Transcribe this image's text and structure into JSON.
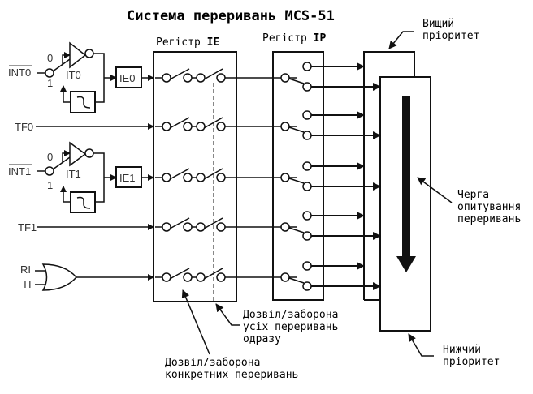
{
  "title": "Система переривань MCS-51",
  "registers": {
    "ie": {
      "prefix": "Регістр ",
      "name": "IE"
    },
    "ip": {
      "prefix": "Регістр ",
      "name": "IP"
    }
  },
  "sources": [
    {
      "id": "int0",
      "label": "INT0",
      "inverted": true,
      "mode_bit": "IT0",
      "enable_box": "IE0",
      "pos0": "0",
      "pos1": "1"
    },
    {
      "id": "tf0",
      "label": "TF0"
    },
    {
      "id": "int1",
      "label": "INT1",
      "inverted": true,
      "mode_bit": "IT1",
      "enable_box": "IE1",
      "pos0": "0",
      "pos1": "1"
    },
    {
      "id": "tf1",
      "label": "TF1"
    },
    {
      "id": "serial",
      "inputs": [
        "RI",
        "TI"
      ],
      "gate": "OR"
    }
  ],
  "annotations": {
    "high_priority": [
      "Вищий",
      "пріоритет"
    ],
    "low_priority": [
      "Нижчий",
      "пріоритет"
    ],
    "polling_queue": [
      "Черга",
      "опитування",
      "переривань"
    ],
    "global_enable": [
      "Дозвіл/заборона",
      "усіх переривань",
      "одразу"
    ],
    "individual_enable": [
      "Дозвіл/заборона",
      "конкретних переривань"
    ]
  },
  "colors": {
    "stroke": "#111111",
    "text": "#111111",
    "background": "#ffffff"
  }
}
